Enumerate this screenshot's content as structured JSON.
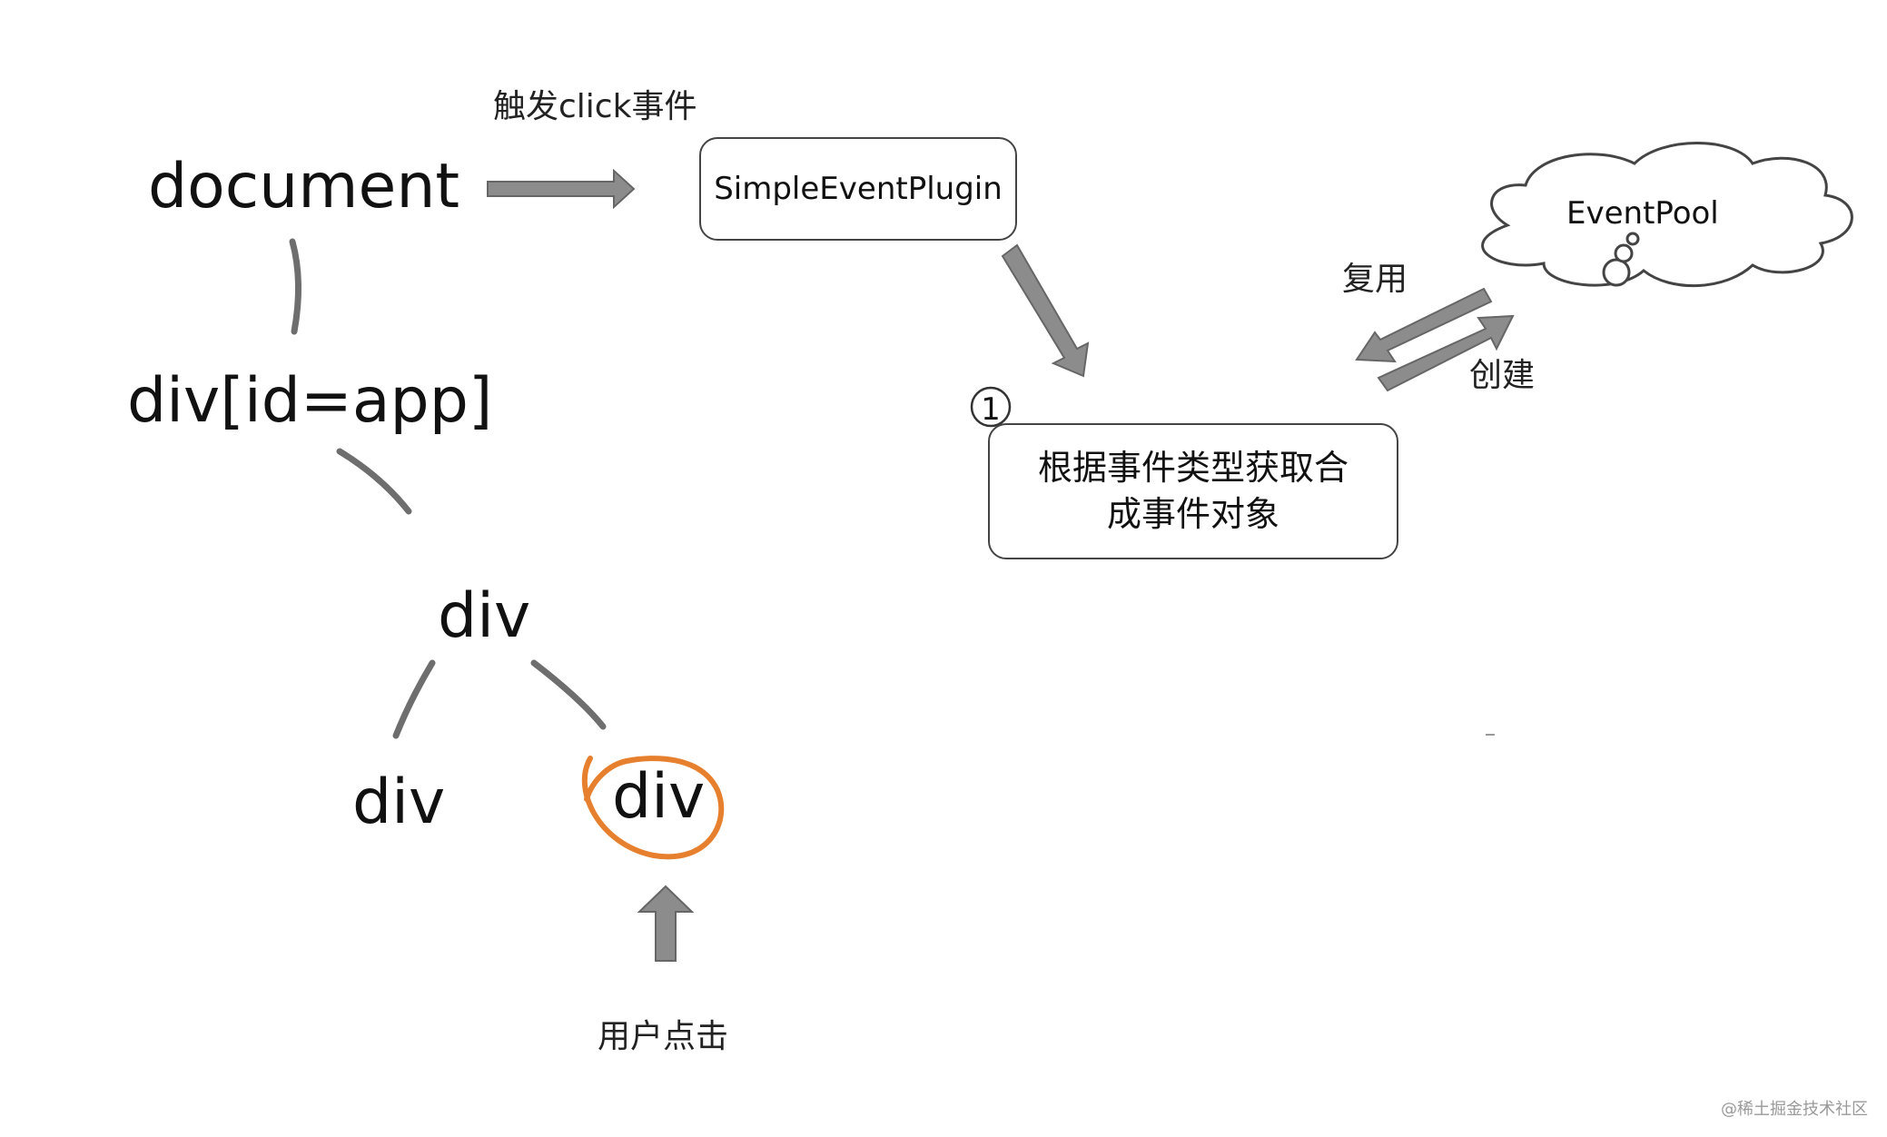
{
  "tree": {
    "root": "document",
    "app": "div[id=app]",
    "parent": "div",
    "left_child": "div",
    "right_child": "div"
  },
  "labels": {
    "trigger": "触发click事件",
    "user_click": "用户点击",
    "reuse": "复用",
    "create": "创建",
    "step_number": "1"
  },
  "boxes": {
    "plugin": "SimpleEventPlugin",
    "step1_line1": "根据事件类型获取合",
    "step1_line2": "成事件对象",
    "pool": "EventPool"
  },
  "watermark": "@稀土掘金技术社区",
  "colors": {
    "arrow": "#8c8c8c",
    "line": "#6e6e6e",
    "highlight": "#e6802e",
    "outline": "#444444"
  }
}
